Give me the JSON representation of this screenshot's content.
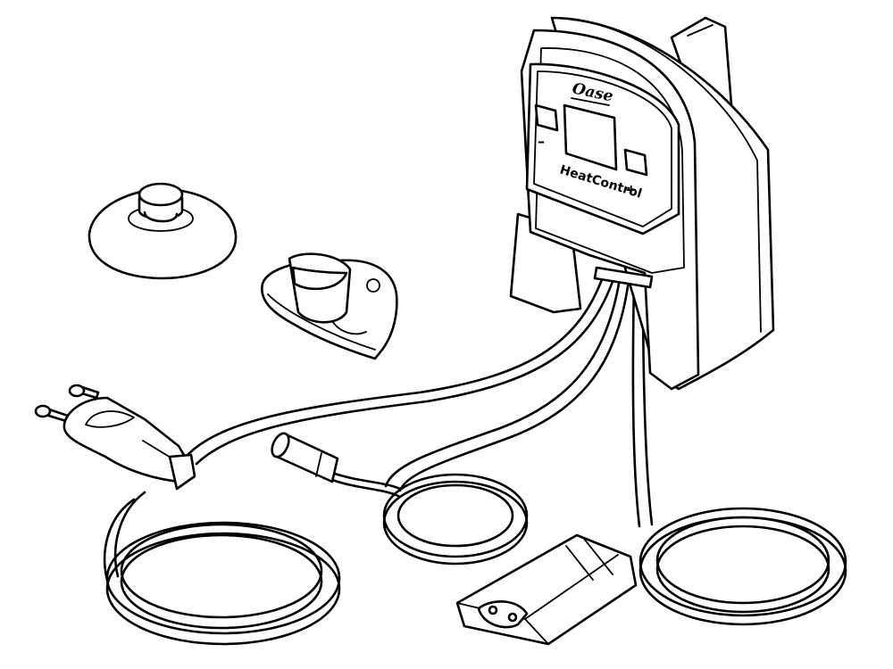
{
  "device": {
    "brand_label": "Oase",
    "model_label": "HeatControl",
    "minus_label": "–",
    "plus_label": "+"
  },
  "colors": {
    "line": "#000000",
    "background": "#ffffff"
  },
  "parts": [
    "controller-unit",
    "suction-cup",
    "cable-clip",
    "mains-plug",
    "temperature-sensor",
    "power-socket"
  ]
}
